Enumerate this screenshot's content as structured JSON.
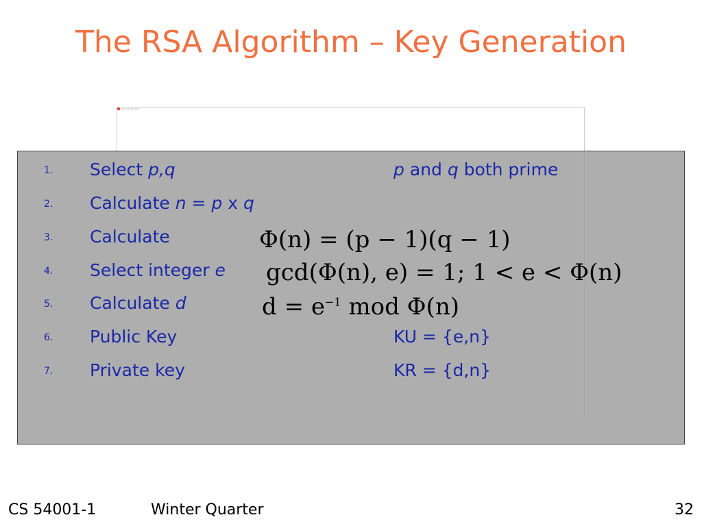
{
  "slide": {
    "title": "The RSA Algorithm – Key Generation",
    "frame_caption": "Microsoft Equation",
    "items": [
      {
        "num": "1.",
        "pre": "Select ",
        "var1": "p,q",
        "right_p": "p",
        "right_and": " and ",
        "right_q": "q",
        "right_tail": " both prime"
      },
      {
        "num": "2.",
        "pre": "Calculate ",
        "var_n": "n",
        "eq": " = ",
        "var_p": "p",
        "x": " x ",
        "var_q": "q"
      },
      {
        "num": "3.",
        "label": "Calculate"
      },
      {
        "num": "4.",
        "pre": "Select integer ",
        "var_e": "e"
      },
      {
        "num": "5.",
        "pre": "Calculate ",
        "var_d": "d"
      },
      {
        "num": "6.",
        "label": "Public Key",
        "right": "KU = {e,n}"
      },
      {
        "num": "7.",
        "label": "Private key",
        "right": "KR = {d,n}"
      }
    ],
    "formulas": {
      "f1": "Φ(n) = (p − 1)(q − 1)",
      "f2": "gcd(Φ(n), e) = 1; 1 < e < Φ(n)",
      "f3_base": "d = e",
      "f3_sup": "−1",
      "f3_tail": " mod Φ(n)"
    },
    "footer": {
      "course": "CS 54001-1",
      "term": "Winter Quarter",
      "page": "32"
    }
  }
}
